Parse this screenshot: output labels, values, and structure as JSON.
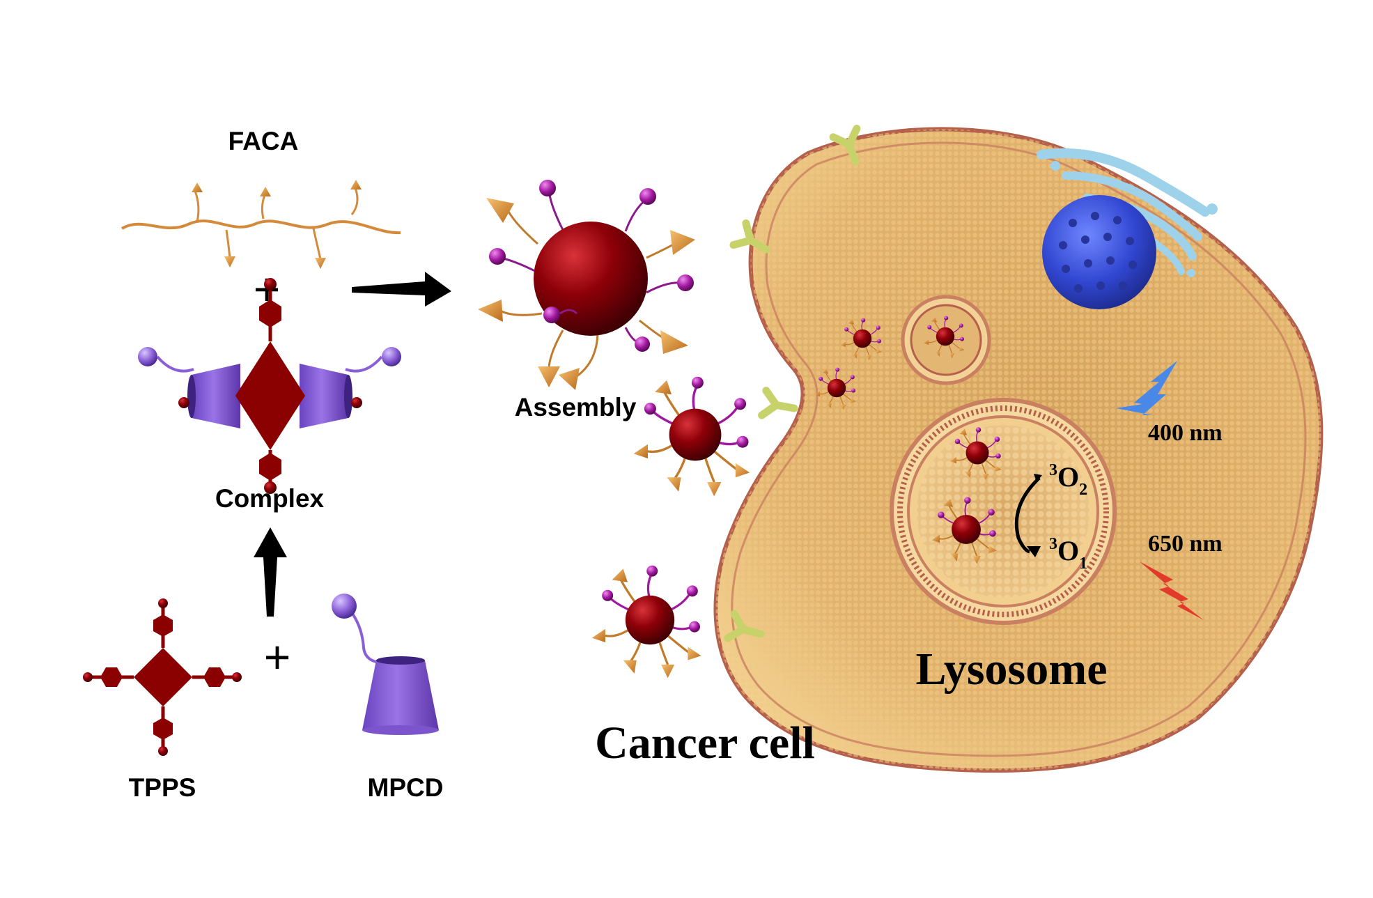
{
  "labels": {
    "faca": "FACA",
    "assembly": "Assembly",
    "complex": "Complex",
    "tpps": "TPPS",
    "mpcd": "MPCD",
    "cancer_cell": "Cancer cell",
    "lysosome": "Lysosome",
    "wavelength_blue": "400 nm",
    "wavelength_red": "650 nm",
    "plus": "+",
    "oxygen_top": {
      "sup": "3",
      "main": "O",
      "sub": "2"
    },
    "oxygen_bottom": {
      "sup": "3",
      "main": "O",
      "sub": "1"
    }
  },
  "colors": {
    "porphyrin": "#8b0000",
    "cyclodextrin": "#8a5fd6",
    "adamantane_ball": "#a020a0",
    "cone": "#e39a3a",
    "polymer": "#e0a050",
    "cell_body": "#e2b36e",
    "cell_membrane": "#b5604a",
    "receptor": "#c7d36a",
    "nucleus": "#3d53d6",
    "golgi": "#9ed2ea",
    "light_blue": "#4a88e8",
    "light_red": "#e23a2a"
  }
}
